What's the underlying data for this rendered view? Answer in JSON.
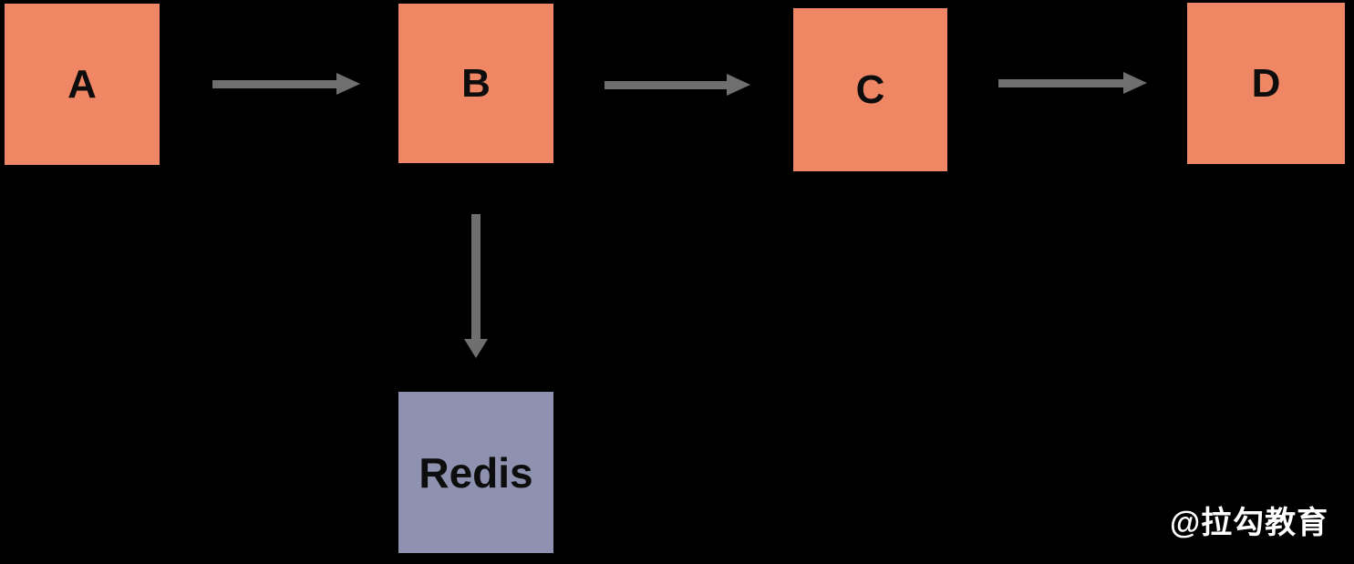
{
  "diagram": {
    "background_color": "#000000",
    "service_node_color": "#F08764",
    "datastore_node_color": "#8E92B0",
    "arrow_color": "#6F6F6F",
    "nodes": [
      {
        "id": "A",
        "label": "A",
        "color": "#F08764"
      },
      {
        "id": "B",
        "label": "B",
        "color": "#F08764"
      },
      {
        "id": "C",
        "label": "C",
        "color": "#F08764"
      },
      {
        "id": "D",
        "label": "D",
        "color": "#F08764"
      },
      {
        "id": "Redis",
        "label": "Redis",
        "color": "#8E92B0"
      }
    ],
    "edges": [
      {
        "from": "A",
        "to": "B",
        "direction": "right"
      },
      {
        "from": "B",
        "to": "C",
        "direction": "right"
      },
      {
        "from": "C",
        "to": "D",
        "direction": "right"
      },
      {
        "from": "B",
        "to": "Redis",
        "direction": "down"
      }
    ],
    "watermark": "@拉勾教育"
  }
}
